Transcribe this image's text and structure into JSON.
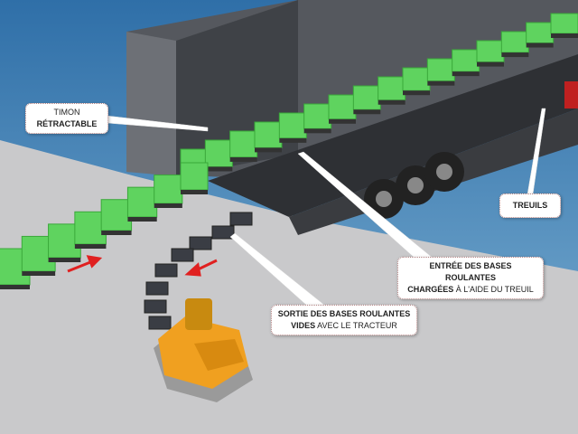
{
  "callouts": {
    "timon": {
      "line1": "TIMON",
      "line2": "RÉTRACTABLE"
    },
    "treuils": {
      "label": "TREUILS"
    },
    "entree": {
      "line1": "ENTRÉE DES BASES ROULANTES",
      "line2_bold": "CHARGÉES",
      "line2_rest": " À L'AIDE DU TREUIL"
    },
    "sortie": {
      "line1": "SORTIE DES BASES ROULANTES",
      "line2_bold": "VIDES",
      "line2_rest": " AVEC LE TRACTEUR"
    }
  },
  "colors": {
    "sky": "#3f7fb0",
    "floor": "#c9c9cb",
    "trailer": "#4a4d52",
    "box": "#5fd35f",
    "tractor": "#f0a020",
    "arrow": "#e02020"
  }
}
